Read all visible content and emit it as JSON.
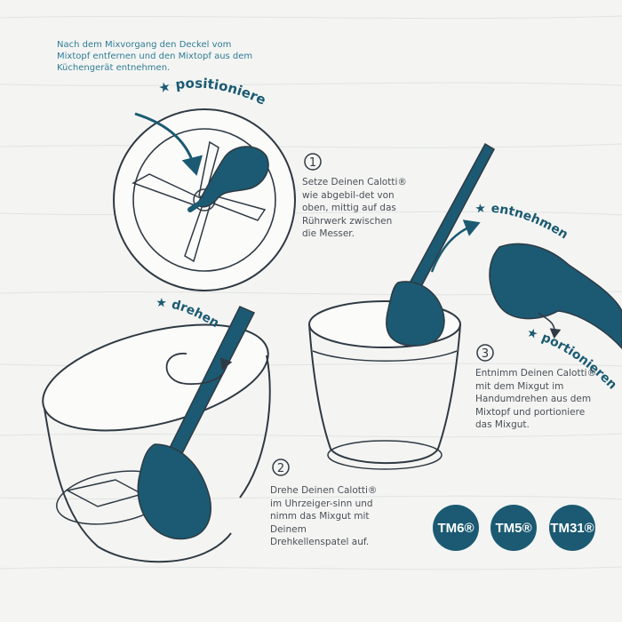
{
  "intro": "Nach dem Mixvorgang den Deckel vom Mixtopf entfernen und den Mixtopf aus dem Küchengerät entnehmen.",
  "labels": {
    "positionieren": "positionieren",
    "drehen": "drehen",
    "entnehmen": "entnehmen",
    "portionieren": "portionieren"
  },
  "steps": [
    {
      "number": "1",
      "text": "Setze Deinen Calotti® wie abgebil-det von oben, mittig auf das Rührwerk zwischen die Messer."
    },
    {
      "number": "2",
      "text": "Drehe Deinen Calotti® im Uhrzeiger-sinn und nimm das Mixgut mit Deinem Drehkellenspatel auf."
    },
    {
      "number": "3",
      "text": "Entnimm Deinen Calotti® mit dem Mixgut im Handumdrehen aus dem Mixtopf und portioniere das Mixgut."
    }
  ],
  "badges": [
    "TM6®",
    "TM5®",
    "TM31®"
  ],
  "colors": {
    "accent": "#1b5a72",
    "text": "#4a4f57",
    "intro": "#2f7c95"
  }
}
